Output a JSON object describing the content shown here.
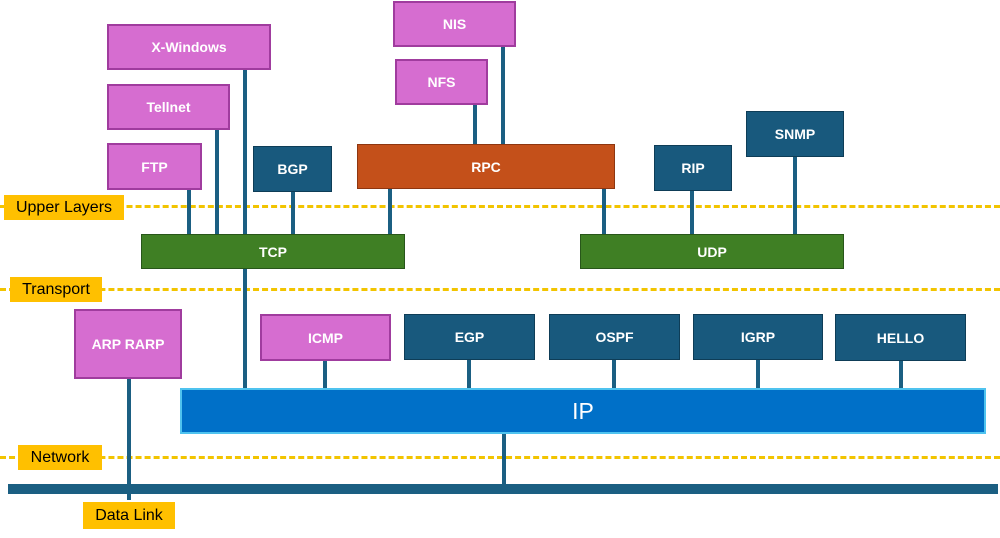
{
  "layers": {
    "upper": "Upper Layers",
    "transport": "Transport",
    "network": "Network",
    "datalink": "Data Link"
  },
  "application": {
    "nis": "NIS",
    "nfs": "NFS",
    "xwindows": "X-Windows",
    "telnet": "Tellnet",
    "ftp": "FTP",
    "bgp": "BGP",
    "rpc": "RPC",
    "rip": "RIP",
    "snmp": "SNMP"
  },
  "transport": {
    "tcp": "TCP",
    "udp": "UDP"
  },
  "network": {
    "arp_rarp": "ARP RARP",
    "icmp": "ICMP",
    "egp": "EGP",
    "ospf": "OSPF",
    "igrp": "IGRP",
    "hello": "HELLO",
    "ip": "IP"
  },
  "colors": {
    "pink": "#d66dd0",
    "navy": "#18597d",
    "orange": "#c4501a",
    "green": "#3f7f24",
    "ip_blue": "#0070c8",
    "layer_label": "#ffc000",
    "dash": "#f2c400"
  }
}
